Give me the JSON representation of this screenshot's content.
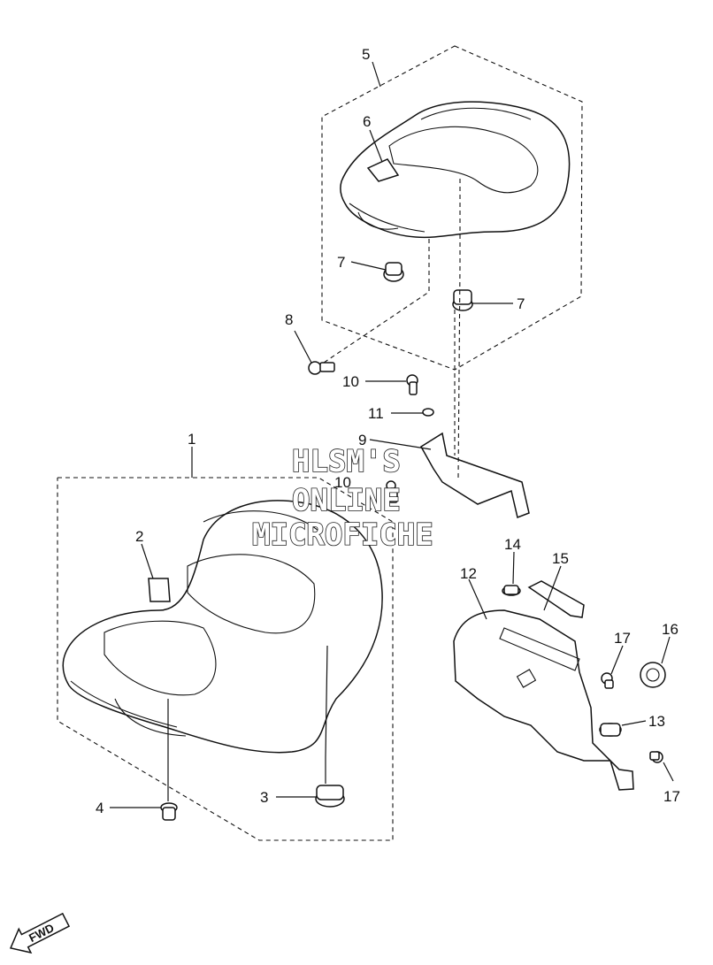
{
  "diagram": {
    "callouts": {
      "c1": "1",
      "c2": "2",
      "c3": "3",
      "c4": "4",
      "c5": "5",
      "c6": "6",
      "c7a": "7",
      "c7b": "7",
      "c8": "8",
      "c9": "9",
      "c10a": "10",
      "c10b": "10",
      "c11": "11",
      "c12": "12",
      "c13": "13",
      "c14": "14",
      "c15": "15",
      "c16": "16",
      "c17a": "17",
      "c17b": "17"
    },
    "watermark": {
      "line1": "HLSM'S",
      "line2": "ONLINE",
      "line3": "MICROFICHE"
    },
    "fwd_label": "FWD"
  }
}
